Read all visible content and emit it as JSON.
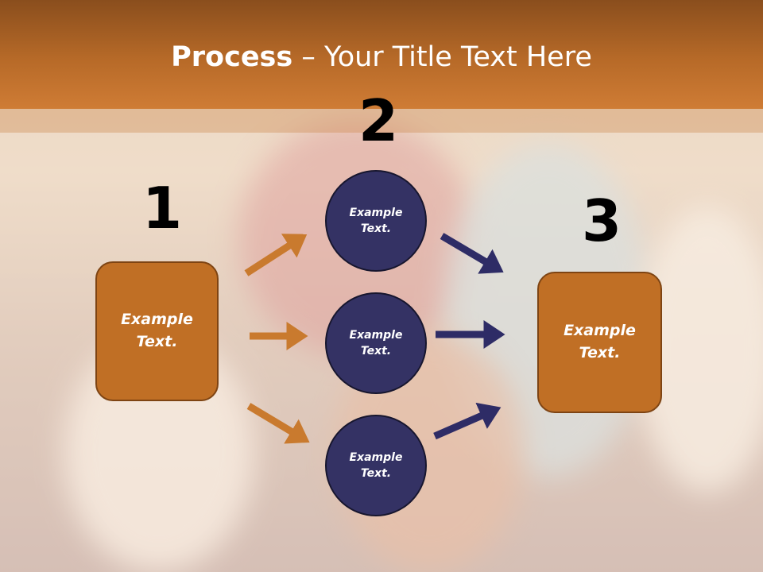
{
  "slide": {
    "title_bold": "Process",
    "title_rest": " – Your Title Text Here",
    "step_numbers": [
      "1",
      "2",
      "3"
    ],
    "left_box": {
      "text": "Example\nText."
    },
    "right_box": {
      "text": "Example\nText."
    },
    "circles": [
      {
        "text": "Example\nText."
      },
      {
        "text": "Example\nText."
      },
      {
        "text": "Example\nText."
      }
    ]
  },
  "colors": {
    "header": "#b76a28",
    "box_fill": "#c06f25",
    "circle_fill": "#343264",
    "orange_arrow": "#c97a2e",
    "navy_arrow": "#2e2c66"
  },
  "icons": [
    "arrow-right-icon"
  ]
}
